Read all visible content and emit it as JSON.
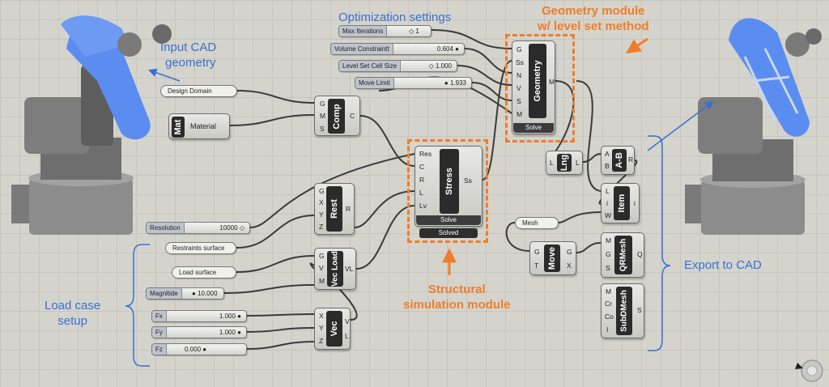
{
  "annotations": {
    "input_cad": [
      "Input CAD",
      "geometry"
    ],
    "optimization_settings": "Optimization settings",
    "geometry_module": [
      "Geometry module",
      "w/ level set method"
    ],
    "structural_module": [
      "Structural",
      "simulation module"
    ],
    "load_case": [
      "Load case",
      "setup"
    ],
    "export": "Export to CAD"
  },
  "sliders": {
    "max_iterations": {
      "label": "Max Iterations",
      "value": "1"
    },
    "volume_constraint": {
      "label": "Volume Constraintt",
      "value": "0.604"
    },
    "level_set_cell_size": {
      "label": "Level Set Cell Size",
      "value": "1.000"
    },
    "move_limit": {
      "label": "Move Limit",
      "value": "1.933"
    },
    "resolution": {
      "label": "Resolution",
      "value": "10000"
    },
    "magnitide": {
      "label": "Magnitide",
      "value": "10.000"
    },
    "fx": {
      "label": "Fx",
      "value": "1.000"
    },
    "fy": {
      "label": "Fy",
      "value": "1.000"
    },
    "fz": {
      "label": "Fz",
      "value": "0.000"
    }
  },
  "params": {
    "design_domain": "Design Domain",
    "restraints_surface": "Restraints surface",
    "load_surface": "Load surface",
    "mesh": "Mesh"
  },
  "components": {
    "mat": {
      "name": "Mat",
      "out": "Material"
    },
    "comp": {
      "name": "Comp",
      "in": [
        "G",
        "M",
        "S"
      ],
      "out": [
        "C"
      ]
    },
    "rest": {
      "name": "Rest",
      "in": [
        "G",
        "X",
        "Y",
        "Z"
      ],
      "out": [
        "R"
      ]
    },
    "stress": {
      "name": "Stress",
      "in": [
        "Res",
        "C",
        "R",
        "L",
        "Lv"
      ],
      "out": [
        "Ss"
      ],
      "footer": "Solve",
      "status": "Solved"
    },
    "geometry": {
      "name": "Geometry",
      "in": [
        "G",
        "Ss",
        "N",
        "V",
        "S",
        "M"
      ],
      "out": [
        "M"
      ],
      "footer": "Solve"
    },
    "lng": {
      "name": "Lng",
      "in": [
        "L"
      ],
      "out": [
        "L"
      ]
    },
    "ab": {
      "name": "A-B",
      "in": [
        "A",
        "B"
      ],
      "out": [
        "R"
      ]
    },
    "item": {
      "name": "Item",
      "in": [
        "L",
        "i",
        "W"
      ],
      "out": [
        "i"
      ]
    },
    "veclod": {
      "name": "Vec Load",
      "in": [
        "G",
        "V",
        "M"
      ],
      "out": [
        "VL"
      ]
    },
    "vec": {
      "name": "Vec",
      "in": [
        "X",
        "Y",
        "Z"
      ],
      "out": [
        "V",
        "L"
      ]
    },
    "move": {
      "name": "Move",
      "in": [
        "G",
        "T"
      ],
      "out": [
        "G",
        "X"
      ]
    },
    "qrmesh": {
      "name": "QRMesh",
      "in": [
        "M",
        "G",
        "S"
      ],
      "out": [
        "Q"
      ]
    },
    "subdmesh": {
      "name": "SubDMesh",
      "in": [
        "M",
        "Cr",
        "Co",
        "I"
      ],
      "out": [
        "S"
      ]
    }
  },
  "colors": {
    "robot_gray": "#6f6f6f",
    "arm_blue": "#5b8df0",
    "annotation_blue": "#3a6fd0",
    "annotation_orange": "#ef7d2a",
    "wire": "#3a3a3a"
  }
}
